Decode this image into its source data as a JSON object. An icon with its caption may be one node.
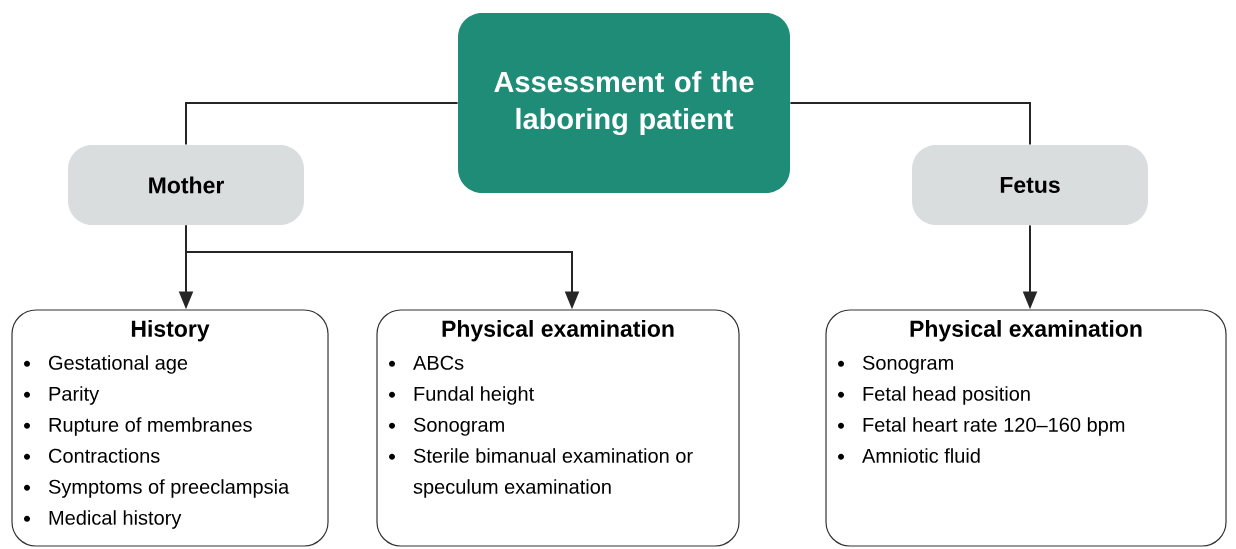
{
  "diagram": {
    "nodes": [
      {
        "text": [
          "Assessment of the laboring patient"
        ]
      },
      {
        "text": [
          "Mother"
        ]
      },
      {
        "text": [
          "Fetus"
        ]
      },
      {
        "text": [
          "History",
          "Gestational age",
          "Parity",
          "Rupture of membranes",
          "Contractions",
          "Symptoms of preeclampsia",
          "Medical history"
        ]
      },
      {
        "text": [
          "Physical examination",
          "ABCs",
          "Fundal height",
          "Sonogram",
          "Sterile bimanual examination or speculum examination"
        ]
      },
      {
        "text": [
          "Physical examination",
          "Sonogram",
          "Fetal head position",
          "Fetal heart rate 120–160 bpm",
          "Amniotic fluid"
        ]
      }
    ],
    "edges": [
      {
        "from": 0,
        "to": 1,
        "arrow": "none"
      },
      {
        "from": 0,
        "to": 2,
        "arrow": "none"
      },
      {
        "from": 1,
        "to": 3,
        "arrow": "to"
      },
      {
        "from": 1,
        "to": 4,
        "arrow": "to"
      },
      {
        "from": 2,
        "to": 5,
        "arrow": "to"
      }
    ]
  }
}
